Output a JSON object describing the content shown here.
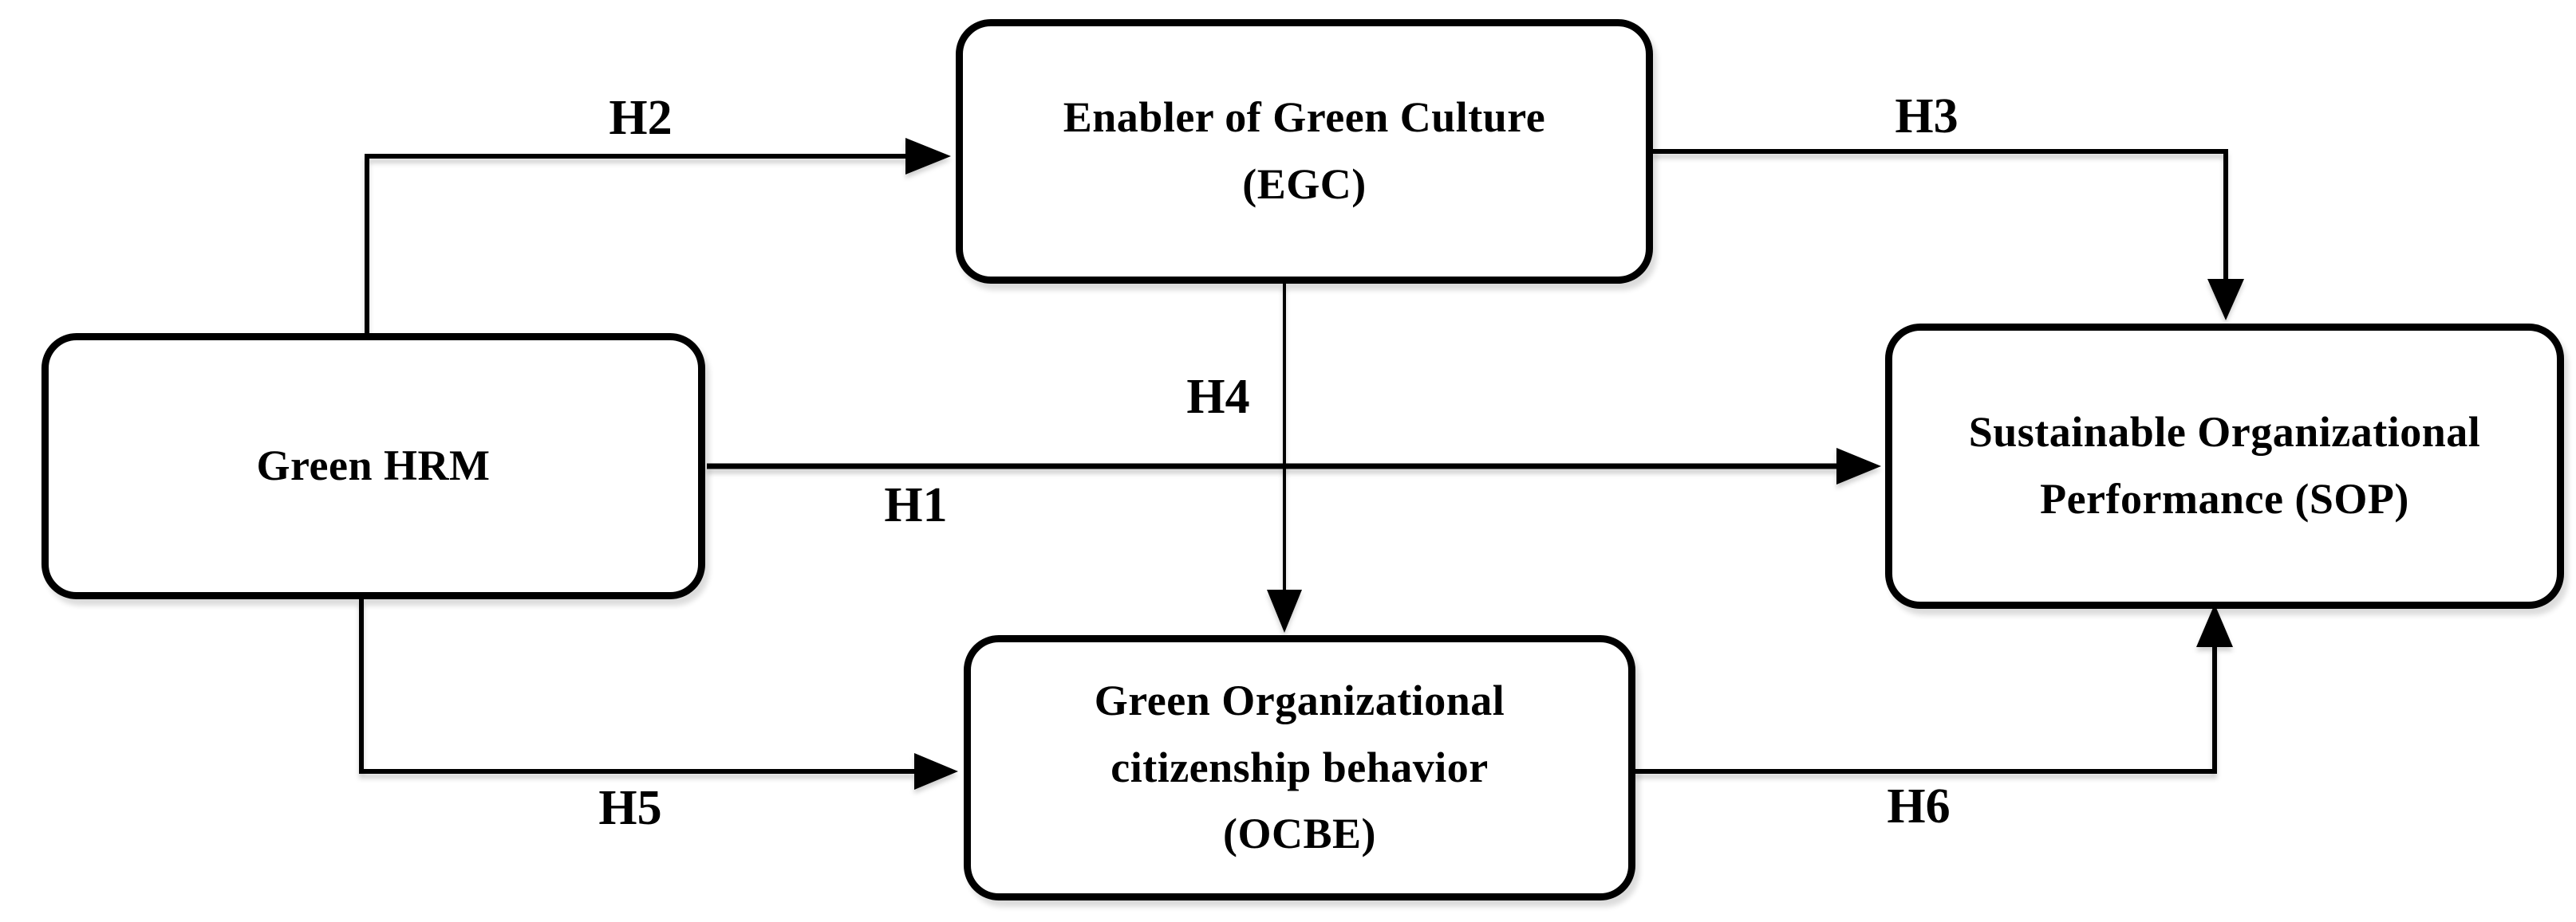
{
  "colors": {
    "background": "#ffffff",
    "ink": "#000000"
  },
  "diagram": {
    "nodes": {
      "green_hrm": {
        "lines": [
          "Green HRM"
        ]
      },
      "egc": {
        "lines": [
          "Enabler of Green Culture",
          "(EGC)"
        ]
      },
      "ocbe": {
        "lines": [
          "Green Organizational",
          "citizenship behavior",
          "(OCBE)"
        ]
      },
      "sop": {
        "lines": [
          "Sustainable Organizational",
          "Performance (SOP)"
        ]
      }
    },
    "edges": [
      {
        "label": "H1",
        "from": "Green HRM",
        "to": "Sustainable Organizational Performance (SOP)"
      },
      {
        "label": "H2",
        "from": "Green HRM",
        "to": "Enabler of Green Culture (EGC)"
      },
      {
        "label": "H3",
        "from": "Enabler of Green Culture (EGC)",
        "to": "Sustainable Organizational Performance (SOP)"
      },
      {
        "label": "H4",
        "from": "Enabler of Green Culture (EGC)",
        "to": "Green Organizational citizenship behavior (OCBE)"
      },
      {
        "label": "H5",
        "from": "Green HRM",
        "to": "Green Organizational citizenship behavior (OCBE)"
      },
      {
        "label": "H6",
        "from": "Green Organizational citizenship behavior (OCBE)",
        "to": "Sustainable Organizational Performance (SOP)"
      }
    ]
  }
}
